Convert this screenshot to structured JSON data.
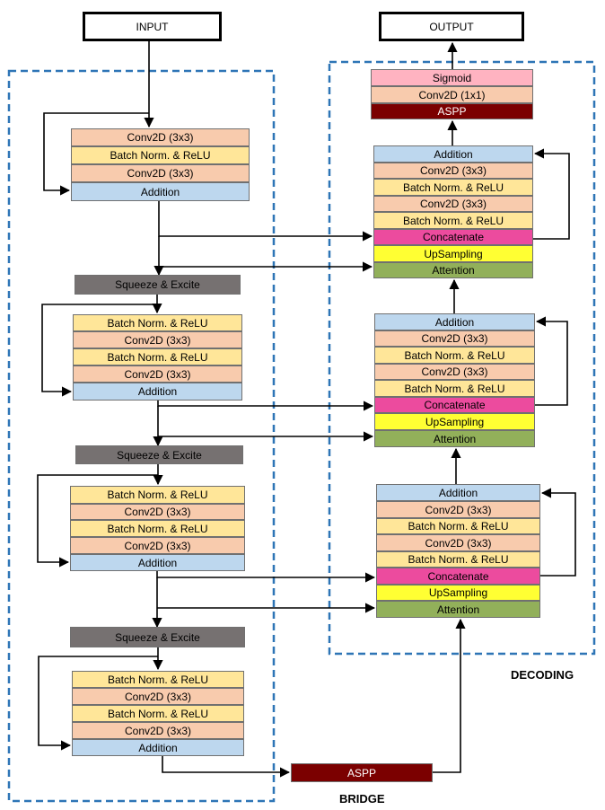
{
  "io": {
    "input": "INPUT",
    "output": "OUTPUT"
  },
  "sections": {
    "decoding": "DECODING",
    "bridge": "BRIDGE"
  },
  "colors": {
    "conv": "#F8CBAD",
    "bnrelu": "#FFE699",
    "addition": "#BDD7EE",
    "squeeze": "#767171",
    "concat": "#EC4B9E",
    "upsampling": "#FFFF33",
    "attention": "#92B05A",
    "aspp": "#7B0000",
    "sigmoid": "#FFB3C1",
    "frame": "#2E75B6"
  },
  "encoder": [
    {
      "layers": [
        "Conv2D (3x3)",
        "Batch Norm. &  ReLU",
        "Conv2D (3x3)",
        "Addition"
      ]
    },
    {
      "squeeze": "Squeeze & Excite",
      "layers": [
        "Batch Norm. &  ReLU",
        "Conv2D (3x3)",
        "Batch Norm. &  ReLU",
        "Conv2D (3x3)",
        "Addition"
      ]
    },
    {
      "squeeze": "Squeeze & Excite",
      "layers": [
        "Batch Norm. &  ReLU",
        "Conv2D (3x3)",
        "Batch Norm. &  ReLU",
        "Conv2D (3x3)",
        "Addition"
      ]
    },
    {
      "squeeze": "Squeeze & Excite",
      "layers": [
        "Batch Norm. &  ReLU",
        "Conv2D (3x3)",
        "Batch Norm. &  ReLU",
        "Conv2D (3x3)",
        "Addition"
      ]
    }
  ],
  "bridge_block": "ASPP",
  "decoder": [
    {
      "layers": [
        "Addition",
        "Conv2D (3x3)",
        "Batch Norm. & ReLU",
        "Conv2D (3x3)",
        "Batch Norm. & ReLU",
        "Concatenate",
        "UpSampling",
        "Attention"
      ]
    },
    {
      "layers": [
        "Addition",
        "Conv2D (3x3)",
        "Batch Norm. & ReLU",
        "Conv2D (3x3)",
        "Batch Norm. & ReLU",
        "Concatenate",
        "UpSampling",
        "Attention"
      ]
    },
    {
      "layers": [
        "Addition",
        "Conv2D (3x3)",
        "Batch Norm. & ReLU",
        "Conv2D (3x3)",
        "Batch Norm. & ReLU",
        "Concatenate",
        "UpSampling",
        "Attention"
      ]
    }
  ],
  "head": [
    "Sigmoid",
    "Conv2D (1x1)",
    "ASPP"
  ]
}
